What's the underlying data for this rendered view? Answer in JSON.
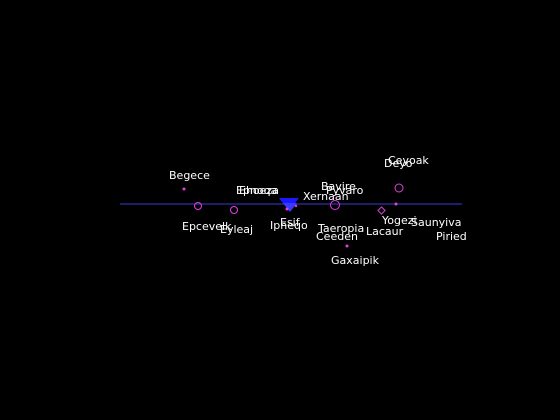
{
  "map": {
    "background": "#000000",
    "baseline_color": "#3a3ad8",
    "marker_color": "#e040e0",
    "highlight_color": "#1a1aff",
    "label_color": "#ffffff",
    "places": [
      {
        "id": "begece",
        "name": "Begece",
        "marker": "dot"
      },
      {
        "id": "epcevelk",
        "name": "Epcevelk",
        "marker": "circle"
      },
      {
        "id": "eyleaj",
        "name": "Eyleaj",
        "marker": "circle"
      },
      {
        "id": "epnoqa",
        "name": "Epnoqa",
        "marker": "none"
      },
      {
        "id": "ehoeza",
        "name": "Ehoeza",
        "marker": "none"
      },
      {
        "id": "ipneqo",
        "name": "Ipneqo",
        "marker": "dot"
      },
      {
        "id": "esif",
        "name": "Esif",
        "marker": "dot"
      },
      {
        "id": "xernaan",
        "name": "Xernaan",
        "marker": "dot"
      },
      {
        "id": "bavire",
        "name": "Bavire",
        "marker": "none"
      },
      {
        "id": "pyvaro",
        "name": "Pyvaro",
        "marker": "none"
      },
      {
        "id": "unnamed-ring",
        "name": "",
        "marker": "circle"
      },
      {
        "id": "taeropia",
        "name": "Taeropia",
        "marker": "none"
      },
      {
        "id": "ceeden",
        "name": "Ceeden",
        "marker": "none"
      },
      {
        "id": "gaxaipik",
        "name": "Gaxaipik",
        "marker": "dot"
      },
      {
        "id": "lacaur",
        "name": "Lacaur",
        "marker": "diamond"
      },
      {
        "id": "yogezi",
        "name": "Yogezi",
        "marker": "dot"
      },
      {
        "id": "ceyoak",
        "name": "Ceyoak",
        "marker": "none"
      },
      {
        "id": "deyo",
        "name": "Deyo",
        "marker": "circle"
      },
      {
        "id": "saunyiva",
        "name": "Saunyiva",
        "marker": "none"
      },
      {
        "id": "piried",
        "name": "Piried",
        "marker": "none"
      }
    ]
  }
}
